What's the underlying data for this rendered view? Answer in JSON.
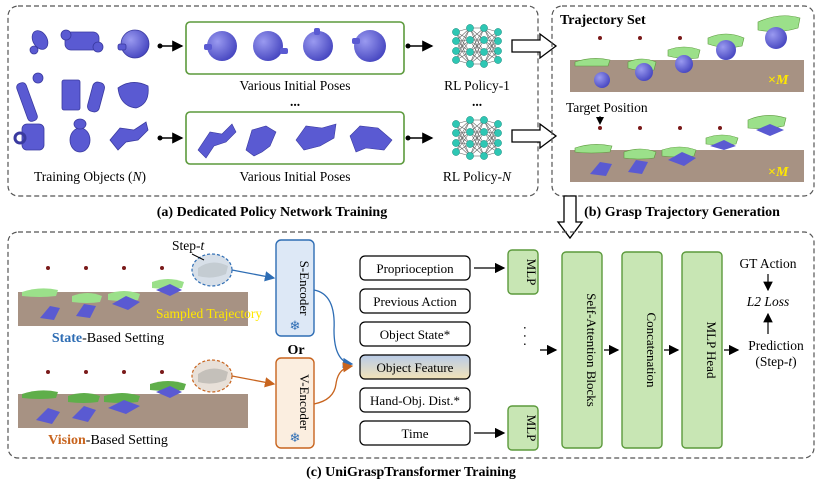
{
  "panel_a": {
    "caption": "(a) Dedicated Policy Network Training",
    "training_objects_prefix": "Training Objects (",
    "training_objects_var": "N",
    "training_objects_suffix": ")",
    "initial_poses_1": "Various Initial Poses",
    "initial_poses_2": "Various Initial Poses",
    "ellipsis": "...",
    "policy_1": "RL Policy-1",
    "policy_n_prefix": "RL Policy-",
    "policy_n_var": "N",
    "policy_ellipsis": "..."
  },
  "panel_b": {
    "title": "Trajectory Set",
    "caption": "(b) Grasp Trajectory Generation",
    "target_position": "Target Position",
    "multiplier_symbol": "×",
    "multiplier_var": "M"
  },
  "panel_c": {
    "caption": "(c) UniGraspTransformer Training",
    "step_label_prefix": "Step-",
    "step_label_var": "t",
    "sampled_trajectory": "Sampled Trajectory",
    "state_word": "State",
    "state_suffix": "-Based Setting",
    "vision_word": "Vision",
    "vision_suffix": "-Based Setting",
    "or": "Or",
    "s_encoder": "S-Encoder",
    "v_encoder": "V-Encoder",
    "inputs": [
      "Proprioception",
      "Previous Action",
      "Object State*",
      "Object Feature",
      "Hand-Obj. Dist.*",
      "Time"
    ],
    "mlp_top": "MLP",
    "mlp_bottom": "MLP",
    "dots": "· · ·",
    "self_attention": "Self-Attention Blocks",
    "concatenation": "Concatenation",
    "mlp_head": "MLP Head",
    "gt_action": "GT Action",
    "l2_loss": "L2 Loss",
    "prediction": "Prediction",
    "prediction_step_prefix": "(Step-",
    "prediction_step_var": "t",
    "prediction_step_suffix": ")"
  },
  "colors": {
    "state_blue": "#2e6db4",
    "vision_orange": "#c8641e",
    "green_border": "#5c9a3c",
    "green_fill": "#c8e6b4",
    "object_purple": "#5a5ad2",
    "hand_green": "#9be08a",
    "ground": "#a79283",
    "highlight_yellow": "#ffe800"
  }
}
